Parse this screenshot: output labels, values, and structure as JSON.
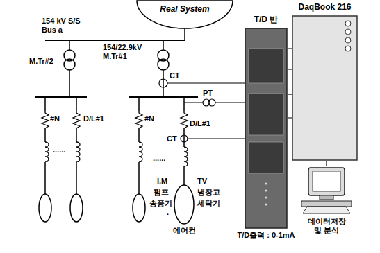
{
  "diagram": {
    "nodes": [
      {
        "text": [
          "Real System"
        ]
      },
      {
        "text": [
          "T/D 반",
          "T/D출력 : 0-1mA"
        ]
      },
      {
        "text": [
          "DaqBook 216"
        ]
      },
      {
        "text": [
          "데이터저장 및 분석"
        ]
      }
    ],
    "edges": [
      {
        "from": 1,
        "to": 2,
        "arrow": "none"
      },
      {
        "from": 2,
        "to": 3,
        "arrow": "none"
      }
    ],
    "labels": [
      "154 kV S/S Bus a",
      "M.Tr#2",
      "154/22.9kV M.Tr#1",
      "CT",
      "PT",
      "CT",
      "#N",
      "D/L#1",
      "......",
      "#N",
      "D/L#1",
      "......",
      "I.M",
      "TV",
      "펌프",
      "냉장고",
      "송풍기",
      "세탁기",
      "·",
      "에어컨"
    ]
  }
}
